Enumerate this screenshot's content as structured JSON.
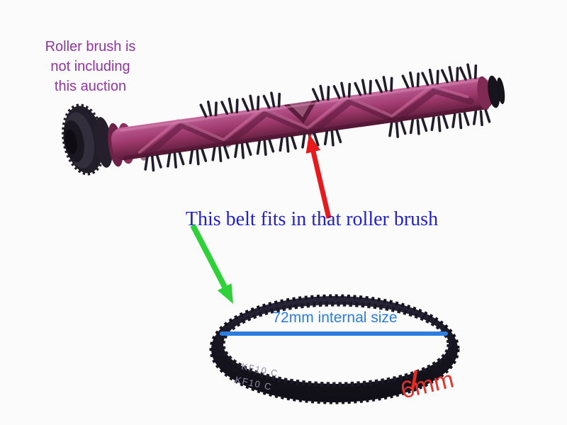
{
  "canvas": {
    "background": "#fbfbfc"
  },
  "notes": {
    "exclusion": {
      "lines": [
        "Roller brush is",
        "not including",
        "this auction"
      ],
      "color": "#9333a4"
    },
    "fit": {
      "text": "This belt fits in that roller brush",
      "color": "#2122c8"
    }
  },
  "belt": {
    "internal_size_label": "72mm internal size",
    "internal_size_color": "#2d7ce0",
    "width_label": "6mm",
    "width_label_color": "#e5322d",
    "tick_color": "#e82823",
    "print_text": "KF10 C",
    "print_color": "#938da5",
    "body_color": "#16141e"
  },
  "roller_brush": {
    "body_color": "#a23c70",
    "body_dark": "#5c1c3c",
    "body_light": "#cb6da1",
    "bristle_color": "#211d2b",
    "pulley_color": "#221e29",
    "end_cap_color": "#17141d"
  },
  "arrows": {
    "to_brush_color": "#e8191d",
    "to_belt_color": "#2fd138"
  }
}
